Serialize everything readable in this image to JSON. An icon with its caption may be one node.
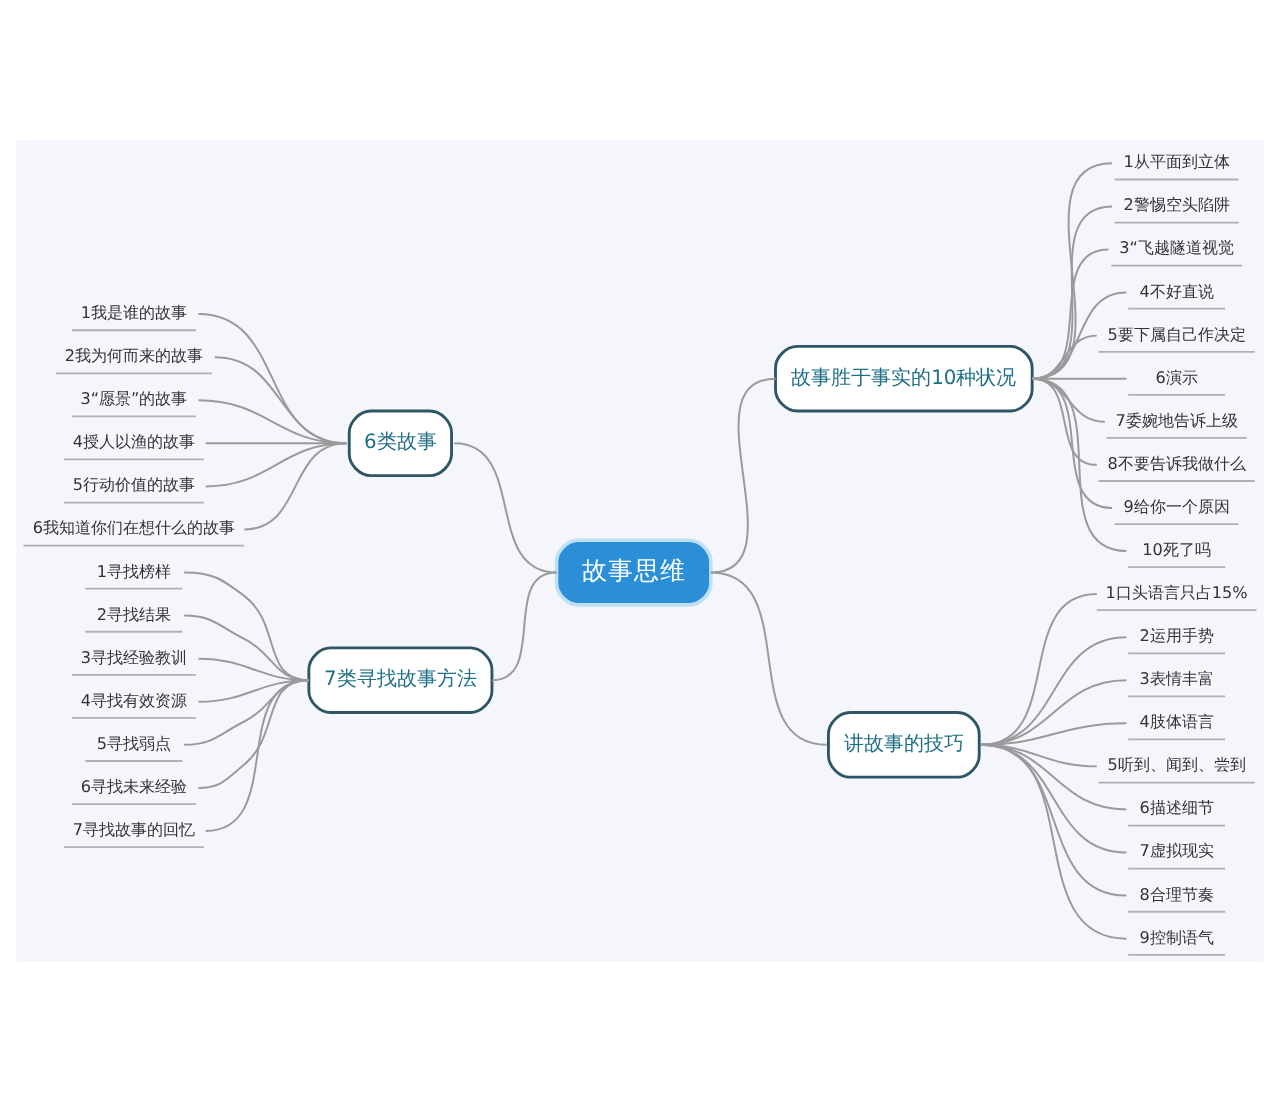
{
  "diagram": {
    "nodes": [
      {
        "text": [
          "故事思维"
        ]
      },
      {
        "text": [
          "6类故事"
        ]
      },
      {
        "text": [
          "1我是谁的故事"
        ]
      },
      {
        "text": [
          "2我为何而来的故事"
        ]
      },
      {
        "text": [
          "3“愿景”的故事"
        ]
      },
      {
        "text": [
          "4授人以渔的故事"
        ]
      },
      {
        "text": [
          "5行动价值的故事"
        ]
      },
      {
        "text": [
          "6我知道你们在想什么的故事"
        ]
      },
      {
        "text": [
          "7类寻找故事方法"
        ]
      },
      {
        "text": [
          "1寻找榜样"
        ]
      },
      {
        "text": [
          "2寻找结果"
        ]
      },
      {
        "text": [
          "3寻找经验教训"
        ]
      },
      {
        "text": [
          "4寻找有效资源"
        ]
      },
      {
        "text": [
          "5寻找弱点"
        ]
      },
      {
        "text": [
          "6寻找未来经验"
        ]
      },
      {
        "text": [
          "7寻找故事的回忆"
        ]
      },
      {
        "text": [
          "故事胜于事实的10种状况"
        ]
      },
      {
        "text": [
          "1从平面到立体"
        ]
      },
      {
        "text": [
          "2警惕空头陷阱"
        ]
      },
      {
        "text": [
          "3“飞越隧道视觉"
        ]
      },
      {
        "text": [
          "4不好直说"
        ]
      },
      {
        "text": [
          "5要下属自己作决定"
        ]
      },
      {
        "text": [
          "6演示"
        ]
      },
      {
        "text": [
          "7委婉地告诉上级"
        ]
      },
      {
        "text": [
          "8不要告诉我做什么"
        ]
      },
      {
        "text": [
          "9给你一个原因"
        ]
      },
      {
        "text": [
          "10死了吗"
        ]
      },
      {
        "text": [
          "讲故事的技巧"
        ]
      },
      {
        "text": [
          "1口头语言只占15%"
        ]
      },
      {
        "text": [
          "2运用手势"
        ]
      },
      {
        "text": [
          "3表情丰富"
        ]
      },
      {
        "text": [
          "4肢体语言"
        ]
      },
      {
        "text": [
          "5听到、闻到、尝到"
        ]
      },
      {
        "text": [
          "6描述细节"
        ]
      },
      {
        "text": [
          "7虚拟现实"
        ]
      },
      {
        "text": [
          "8合理节奏"
        ]
      },
      {
        "text": [
          "9控制语气"
        ]
      }
    ],
    "edges": [
      {
        "from": 0,
        "to": 1,
        "arrow": "none"
      },
      {
        "from": 1,
        "to": 2,
        "arrow": "none"
      },
      {
        "from": 1,
        "to": 3,
        "arrow": "none"
      },
      {
        "from": 1,
        "to": 4,
        "arrow": "none"
      },
      {
        "from": 1,
        "to": 5,
        "arrow": "none"
      },
      {
        "from": 1,
        "to": 6,
        "arrow": "none"
      },
      {
        "from": 1,
        "to": 7,
        "arrow": "none"
      },
      {
        "from": 0,
        "to": 8,
        "arrow": "none"
      },
      {
        "from": 8,
        "to": 9,
        "arrow": "none"
      },
      {
        "from": 8,
        "to": 10,
        "arrow": "none"
      },
      {
        "from": 8,
        "to": 11,
        "arrow": "none"
      },
      {
        "from": 8,
        "to": 12,
        "arrow": "none"
      },
      {
        "from": 8,
        "to": 13,
        "arrow": "none"
      },
      {
        "from": 8,
        "to": 14,
        "arrow": "none"
      },
      {
        "from": 8,
        "to": 15,
        "arrow": "none"
      },
      {
        "from": 0,
        "to": 16,
        "arrow": "none"
      },
      {
        "from": 16,
        "to": 17,
        "arrow": "none"
      },
      {
        "from": 16,
        "to": 18,
        "arrow": "none"
      },
      {
        "from": 16,
        "to": 19,
        "arrow": "none"
      },
      {
        "from": 16,
        "to": 20,
        "arrow": "none"
      },
      {
        "from": 16,
        "to": 21,
        "arrow": "none"
      },
      {
        "from": 16,
        "to": 22,
        "arrow": "none"
      },
      {
        "from": 16,
        "to": 23,
        "arrow": "none"
      },
      {
        "from": 16,
        "to": 24,
        "arrow": "none"
      },
      {
        "from": 16,
        "to": 25,
        "arrow": "none"
      },
      {
        "from": 16,
        "to": 26,
        "arrow": "none"
      },
      {
        "from": 0,
        "to": 27,
        "arrow": "none"
      },
      {
        "from": 27,
        "to": 28,
        "arrow": "none"
      },
      {
        "from": 27,
        "to": 29,
        "arrow": "none"
      },
      {
        "from": 27,
        "to": 30,
        "arrow": "none"
      },
      {
        "from": 27,
        "to": 31,
        "arrow": "none"
      },
      {
        "from": 27,
        "to": 32,
        "arrow": "none"
      },
      {
        "from": 27,
        "to": 33,
        "arrow": "none"
      },
      {
        "from": 27,
        "to": 34,
        "arrow": "none"
      },
      {
        "from": 27,
        "to": 35,
        "arrow": "none"
      },
      {
        "from": 27,
        "to": 36,
        "arrow": "none"
      }
    ]
  }
}
